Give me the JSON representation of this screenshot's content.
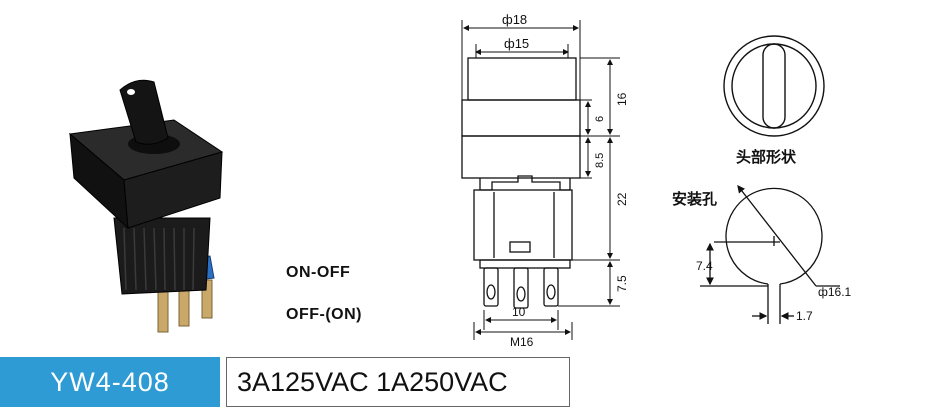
{
  "product": {
    "model": "YW4-408",
    "rating": "3A125VAC 1A250VAC"
  },
  "modes": [
    "ON-OFF",
    "OFF-(ON)"
  ],
  "dimensions": {
    "outer_diameter": "ф18",
    "inner_diameter": "ф15",
    "height_top": "16",
    "height_cap": "6",
    "height_mid": "8.5",
    "height_body": "22",
    "height_pins": "7.5",
    "pin_spacing": "10",
    "thread": "M16"
  },
  "head_shape_label": "头部形状",
  "mounting_hole": {
    "label": "安装孔",
    "diameter": "ф16.1",
    "flat_offset": "7.4",
    "key_width": "1.7"
  },
  "colors": {
    "model_bar": "#2f9bd4",
    "actuator_blue": "#2a6fc4"
  }
}
